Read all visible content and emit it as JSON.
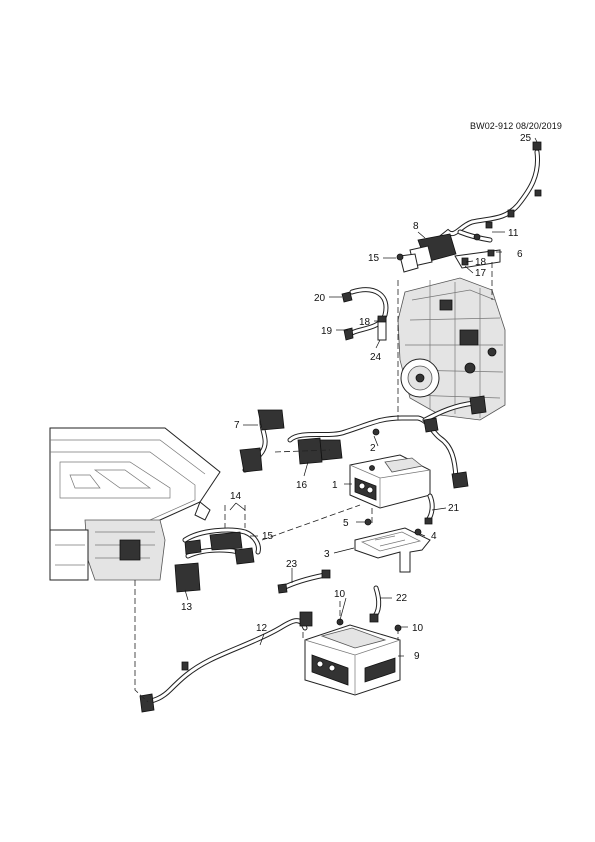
{
  "document": {
    "reference": "BW02-912 08/20/2019"
  },
  "callouts": [
    {
      "id": "c25",
      "text": "25"
    },
    {
      "id": "c8",
      "text": "8"
    },
    {
      "id": "c11",
      "text": "11"
    },
    {
      "id": "c15a",
      "text": "15"
    },
    {
      "id": "c18a",
      "text": "18"
    },
    {
      "id": "c6",
      "text": "6"
    },
    {
      "id": "c17",
      "text": "17"
    },
    {
      "id": "c20",
      "text": "20"
    },
    {
      "id": "c18b",
      "text": "18"
    },
    {
      "id": "c19",
      "text": "19"
    },
    {
      "id": "c24",
      "text": "24"
    },
    {
      "id": "c7",
      "text": "7"
    },
    {
      "id": "c2",
      "text": "2"
    },
    {
      "id": "c16",
      "text": "16"
    },
    {
      "id": "c1",
      "text": "1"
    },
    {
      "id": "c14",
      "text": "14"
    },
    {
      "id": "c15b",
      "text": "15"
    },
    {
      "id": "c21",
      "text": "21"
    },
    {
      "id": "c5",
      "text": "5"
    },
    {
      "id": "c4",
      "text": "4"
    },
    {
      "id": "c3",
      "text": "3"
    },
    {
      "id": "c13",
      "text": "13"
    },
    {
      "id": "c23",
      "text": "23"
    },
    {
      "id": "c10a",
      "text": "10"
    },
    {
      "id": "c22",
      "text": "22"
    },
    {
      "id": "c12",
      "text": "12"
    },
    {
      "id": "c10b",
      "text": "10"
    },
    {
      "id": "c9",
      "text": "9"
    }
  ]
}
